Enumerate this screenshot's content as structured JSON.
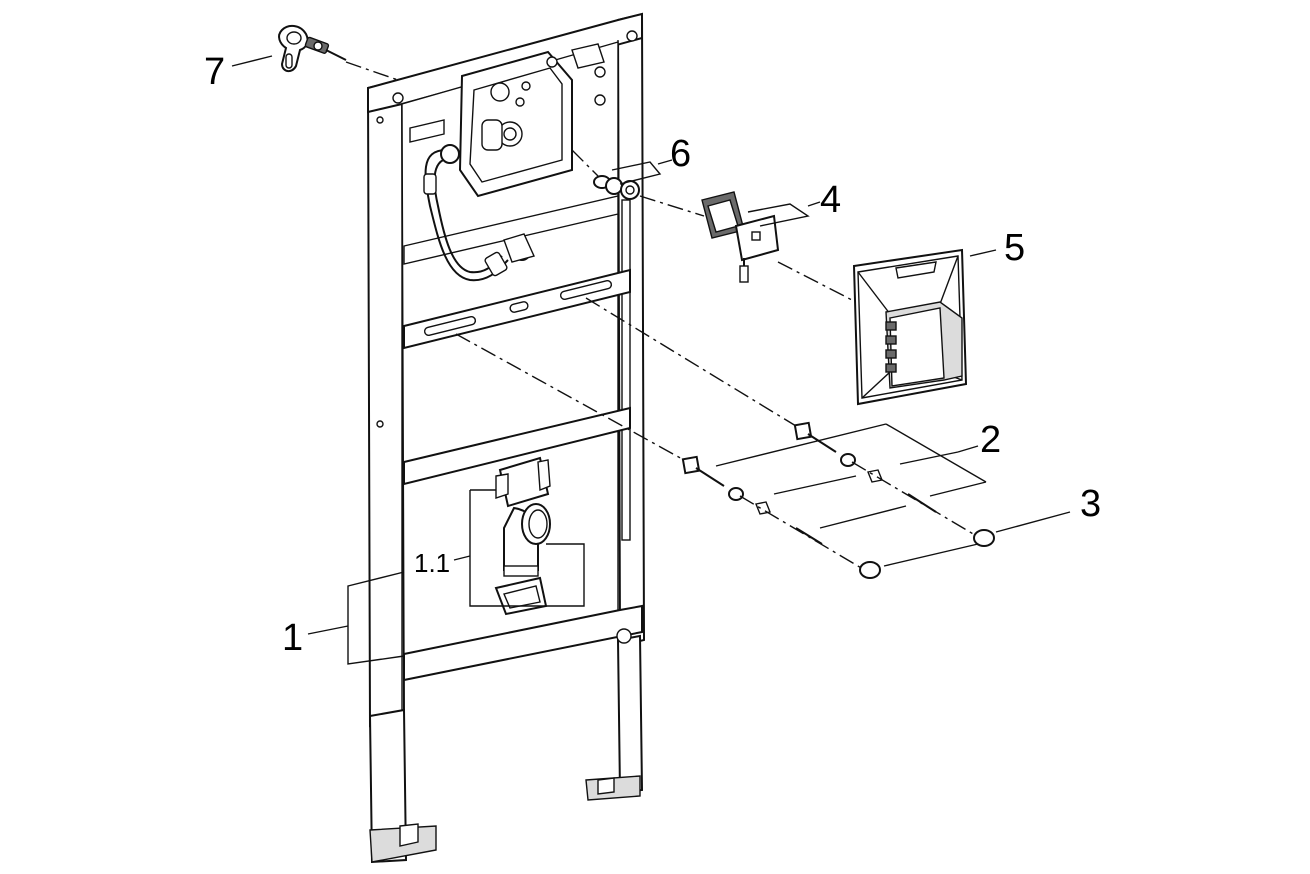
{
  "diagram": {
    "callouts": {
      "c1": "1",
      "c1_1": "1.1",
      "c2": "2",
      "c3": "3",
      "c4": "4",
      "c5": "5",
      "c6": "6",
      "c7": "7"
    },
    "icons": [
      "installation-frame",
      "drain-elbow",
      "flush-valve-box",
      "fixing-bolt-set",
      "end-cap",
      "electronic-module",
      "cover-plate",
      "fitting-nuts",
      "wall-bracket"
    ]
  }
}
